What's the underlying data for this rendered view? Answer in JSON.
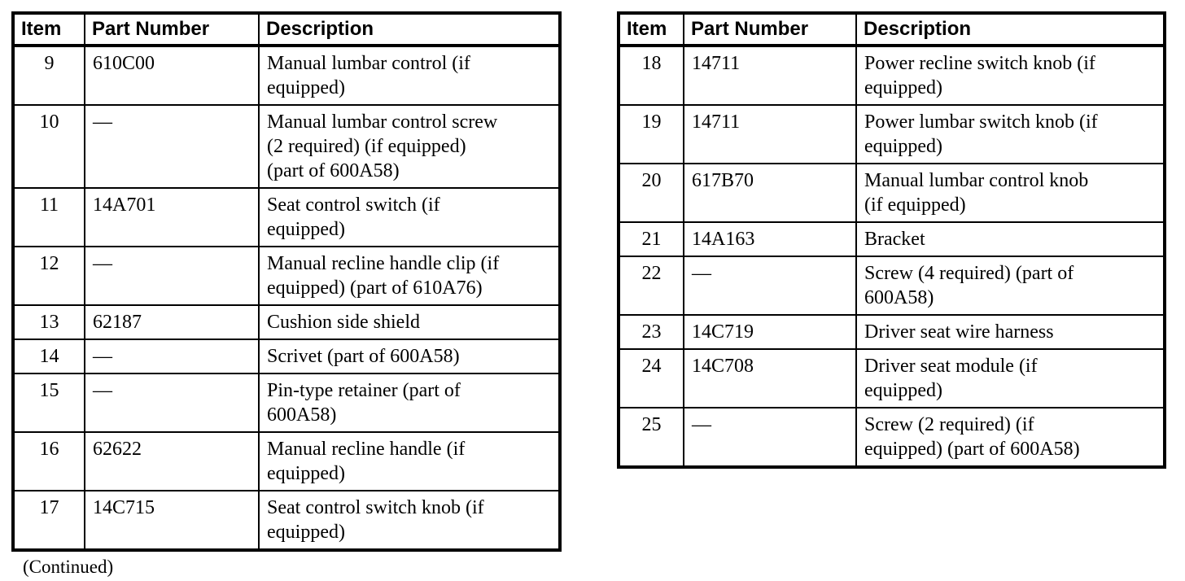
{
  "page": {
    "background_color": "#ffffff",
    "text_color": "#000000",
    "border_color": "#000000"
  },
  "continued_note": "(Continued)",
  "tables": [
    {
      "name": "parts-table-items-9-17",
      "columns": [
        "Item",
        "Part Number",
        "Description"
      ],
      "rows": [
        {
          "item": "9",
          "part_number": "610C00",
          "description": "Manual lumbar control (if\nequipped)"
        },
        {
          "item": "10",
          "part_number": "—",
          "description": "Manual lumbar control screw\n(2 required) (if equipped)\n(part of 600A58)"
        },
        {
          "item": "11",
          "part_number": "14A701",
          "description": "Seat control switch (if\nequipped)"
        },
        {
          "item": "12",
          "part_number": "—",
          "description": "Manual recline handle clip (if\nequipped) (part of 610A76)"
        },
        {
          "item": "13",
          "part_number": "62187",
          "description": "Cushion side shield"
        },
        {
          "item": "14",
          "part_number": "—",
          "description": "Scrivet (part of 600A58)"
        },
        {
          "item": "15",
          "part_number": "—",
          "description": "Pin-type retainer (part of\n600A58)"
        },
        {
          "item": "16",
          "part_number": "62622",
          "description": "Manual recline handle (if\nequipped)"
        },
        {
          "item": "17",
          "part_number": "14C715",
          "description": "Seat control switch knob (if\nequipped)"
        }
      ]
    },
    {
      "name": "parts-table-items-18-25",
      "columns": [
        "Item",
        "Part Number",
        "Description"
      ],
      "rows": [
        {
          "item": "18",
          "part_number": "14711",
          "description": "Power recline switch knob (if\nequipped)"
        },
        {
          "item": "19",
          "part_number": "14711",
          "description": "Power lumbar switch knob (if\nequipped)"
        },
        {
          "item": "20",
          "part_number": "617B70",
          "description": "Manual lumbar control knob\n(if equipped)"
        },
        {
          "item": "21",
          "part_number": "14A163",
          "description": "Bracket"
        },
        {
          "item": "22",
          "part_number": "—",
          "description": "Screw (4 required) (part of\n600A58)"
        },
        {
          "item": "23",
          "part_number": "14C719",
          "description": "Driver seat wire harness"
        },
        {
          "item": "24",
          "part_number": "14C708",
          "description": "Driver seat module (if\nequipped)"
        },
        {
          "item": "25",
          "part_number": "—",
          "description": "Screw (2 required) (if\nequipped) (part of 600A58)"
        }
      ]
    }
  ]
}
